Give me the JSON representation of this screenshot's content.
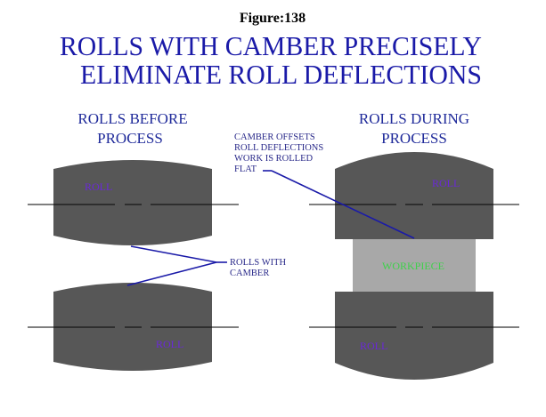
{
  "figure_label": "Figure:138",
  "title": {
    "line1": "ROLLS WITH CAMBER PRECISELY",
    "line2": "ELIMINATE ROLL DEFLECTIONS"
  },
  "panels": {
    "before": {
      "heading_line1": "ROLLS BEFORE",
      "heading_line2": "PROCESS",
      "top_roll_label": "ROLL",
      "bottom_roll_label": "ROLL"
    },
    "during": {
      "heading_line1": "ROLLS DURING",
      "heading_line2": "PROCESS",
      "top_roll_label": "ROLL",
      "bottom_roll_label": "ROLL",
      "workpiece_label": "WORKPIECE"
    }
  },
  "annotations": {
    "camber_note": [
      "CAMBER OFFSETS",
      "ROLL DEFLECTIONS",
      "WORK IS ROLLED",
      "FLAT"
    ],
    "rolls_with_camber": [
      "ROLLS WITH",
      "CAMBER"
    ]
  },
  "colors": {
    "title": "#1a1aa8",
    "heading": "#1f2a9a",
    "annotation": "#2a2a8a",
    "leader": "#1a1aa8",
    "roll_fill": "#575757",
    "workpiece_fill": "#a8a8a8",
    "roll_label": "#6a28d8",
    "workpiece_label": "#3ed14a",
    "centerline": "#3a3a3a"
  }
}
